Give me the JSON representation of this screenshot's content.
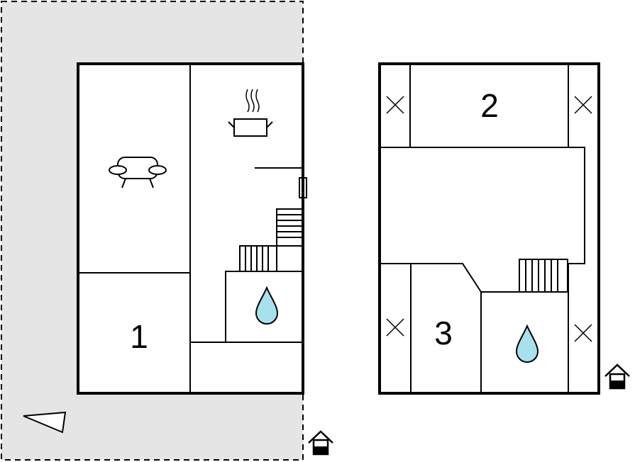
{
  "rooms": {
    "bedroom_1": {
      "label": "1"
    },
    "bedroom_2": {
      "label": "2"
    },
    "bedroom_3": {
      "label": "3"
    }
  },
  "icons": {
    "sofa": "sofa-icon",
    "cooking_pot": "cooking-pot-icon",
    "water_drop": "water-drop-icon",
    "entrance": "house-entrance-icon",
    "compass": "direction-arrow-icon",
    "roof_window": "cross-icon"
  },
  "colors": {
    "walls": "#000000",
    "outdoor_area": "#e5e5e5",
    "water_drop": "#a8e0ee"
  }
}
